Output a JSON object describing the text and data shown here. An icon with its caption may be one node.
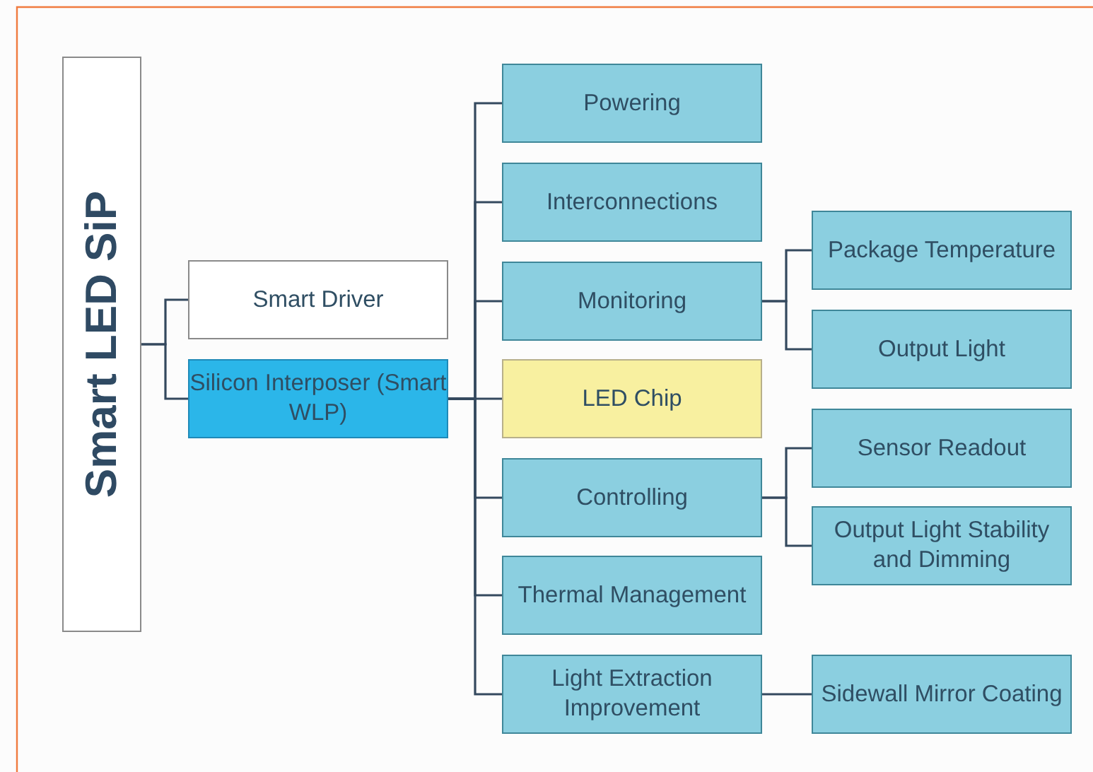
{
  "diagram": {
    "nodes": [
      {
        "text": [
          "Smart LED SiP"
        ]
      },
      {
        "text": [
          "Smart Driver"
        ]
      },
      {
        "text": [
          "Silicon Interposer (Smart WLP)"
        ]
      },
      {
        "text": [
          "Powering"
        ]
      },
      {
        "text": [
          "Interconnections"
        ]
      },
      {
        "text": [
          "Monitoring"
        ]
      },
      {
        "text": [
          "LED Chip"
        ]
      },
      {
        "text": [
          "Controlling"
        ]
      },
      {
        "text": [
          "Thermal Management"
        ]
      },
      {
        "text": [
          "Light Extraction Improvement"
        ]
      },
      {
        "text": [
          "Package Temperature"
        ]
      },
      {
        "text": [
          "Output Light"
        ]
      },
      {
        "text": [
          "Sensor Readout"
        ]
      },
      {
        "text": [
          "Output Light Stability and Dimming"
        ]
      },
      {
        "text": [
          "Sidewall Mirror Coating"
        ]
      }
    ],
    "edges": [
      {
        "from": 0,
        "to": 1,
        "arrow": "none"
      },
      {
        "from": 0,
        "to": 2,
        "arrow": "none"
      },
      {
        "from": 2,
        "to": 3,
        "arrow": "none"
      },
      {
        "from": 2,
        "to": 4,
        "arrow": "none"
      },
      {
        "from": 2,
        "to": 5,
        "arrow": "none"
      },
      {
        "from": 2,
        "to": 6,
        "arrow": "none"
      },
      {
        "from": 2,
        "to": 7,
        "arrow": "none"
      },
      {
        "from": 2,
        "to": 8,
        "arrow": "none"
      },
      {
        "from": 2,
        "to": 9,
        "arrow": "none"
      },
      {
        "from": 5,
        "to": 10,
        "arrow": "none"
      },
      {
        "from": 5,
        "to": 11,
        "arrow": "none"
      },
      {
        "from": 7,
        "to": 12,
        "arrow": "none"
      },
      {
        "from": 7,
        "to": 13,
        "arrow": "none"
      },
      {
        "from": 9,
        "to": 14,
        "arrow": "none"
      }
    ]
  }
}
